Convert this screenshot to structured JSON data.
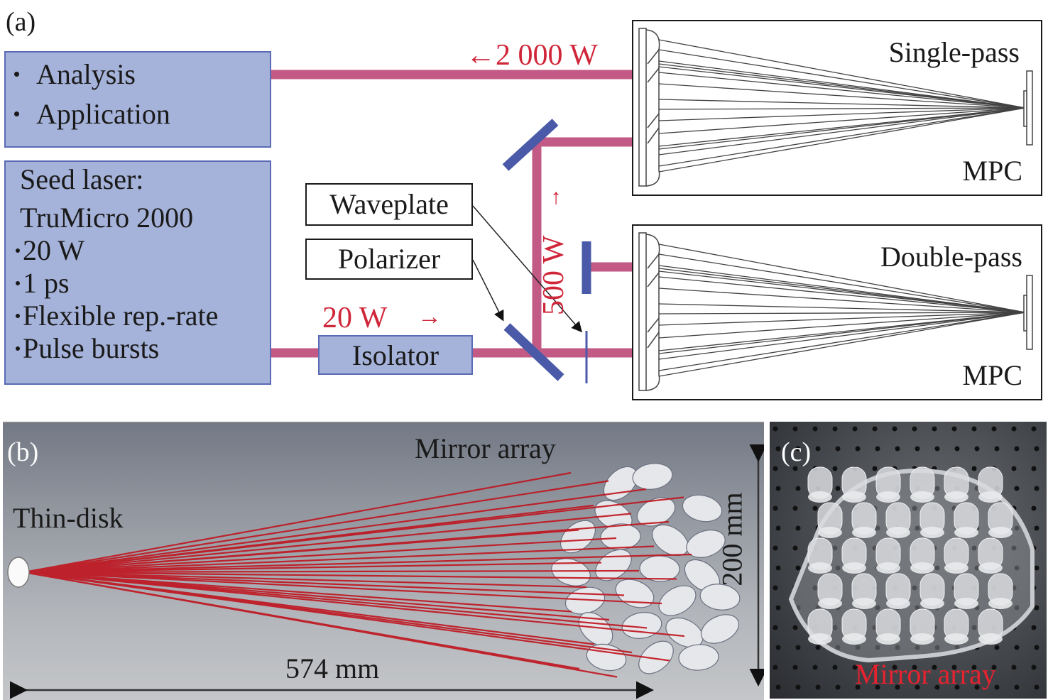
{
  "figure": {
    "panel_a": {
      "label": "(a)",
      "output_box": {
        "items": [
          "Analysis",
          "Application"
        ]
      },
      "seed_box": {
        "title_lines": [
          "Seed laser:",
          "TruMicro 2000"
        ],
        "items": [
          "20 W",
          "1 ps",
          "Flexible rep.-rate",
          "Pulse bursts"
        ]
      },
      "isolator_label": "Isolator",
      "waveplate_label": "Waveplate",
      "polarizer_label": "Polarizer",
      "power_labels": {
        "output": "←2 000 W",
        "input": "20 W",
        "input_arrow": "→",
        "intermediate": "500 W",
        "intermediate_arrow": "→"
      },
      "mpc_single": {
        "title": "Single-pass",
        "subtitle": "MPC"
      },
      "mpc_double": {
        "title": "Double-pass",
        "subtitle": "MPC"
      }
    },
    "panel_b": {
      "label": "(b)",
      "thin_disk_label": "Thin-disk",
      "mirror_array_label": "Mirror array",
      "length_dimension": "574 mm",
      "height_dimension": "200 mm"
    },
    "panel_c": {
      "label": "(c)",
      "caption": "Mirror array"
    },
    "colors": {
      "beam": "#c25a85",
      "box_fill": "#a5b2d9",
      "box_border": "#5a6bb5",
      "mirror": "#4a5aa8",
      "label_red": "#d0263a",
      "ray_red": "#c0141e"
    }
  }
}
